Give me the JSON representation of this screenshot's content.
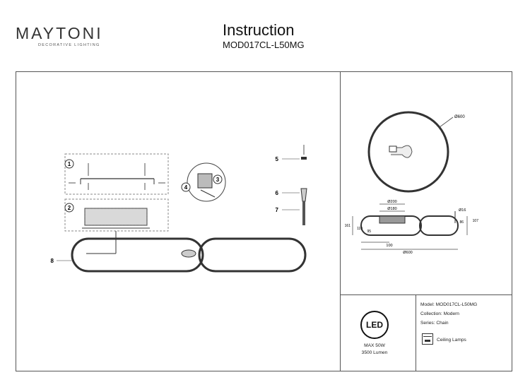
{
  "header": {
    "brand": "MAYTONI",
    "brand_tagline": "DECORATIVE LIGHTING",
    "title": "Instruction",
    "model_code": "MOD017CL-L50MG"
  },
  "assembly": {
    "step_labels": [
      "1",
      "2",
      "3",
      "4"
    ],
    "part_labels": [
      "5",
      "6",
      "7",
      "8"
    ]
  },
  "dimensions": {
    "ring_diameter": "Ø600",
    "canopy_diameter_1": "Ø200",
    "canopy_diameter_2": "Ø180",
    "cable_diameter": "Ø16",
    "height_total": "161",
    "height_canopy": "110",
    "height_inner": "95",
    "side_height_1": "86",
    "side_height_2": "107",
    "offset": "100",
    "length": "Ø600"
  },
  "led_badge": {
    "label": "LED",
    "power": "MAX 50W",
    "lumen": "3500 Lumen"
  },
  "specs": {
    "model": "Model: MOD017CL-L50MG",
    "collection": "Collection: Modern",
    "series": "Series: Chain",
    "type": "Ceiling Lamps"
  }
}
